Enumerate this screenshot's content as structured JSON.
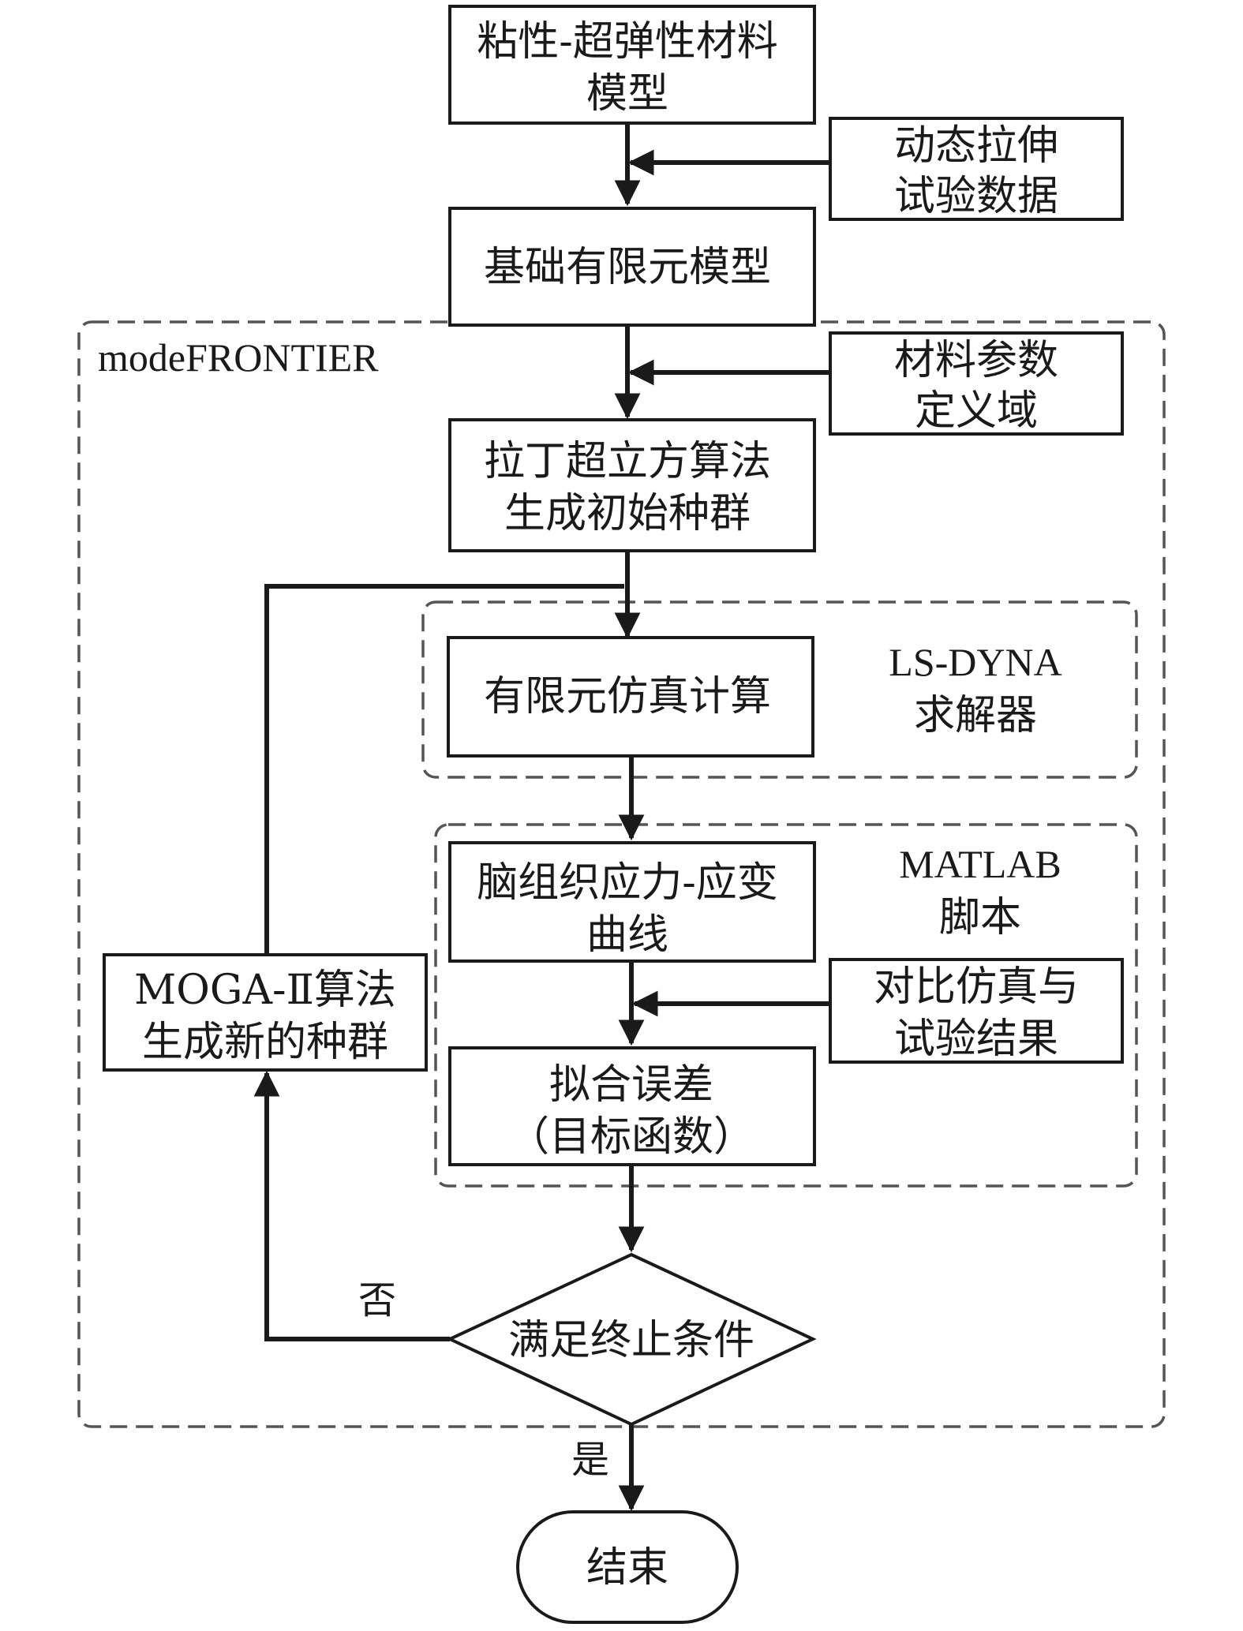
{
  "diagram": {
    "nodes": {
      "material_model": [
        "粘性-超弹性材料",
        "模型"
      ],
      "tensile_data": [
        "动态拉伸",
        "试验数据"
      ],
      "base_fe_model": [
        "基础有限元模型"
      ],
      "param_domain": [
        "材料参数",
        "定义域"
      ],
      "lhs_init": [
        "拉丁超立方算法",
        "生成初始种群"
      ],
      "fe_sim": [
        "有限元仿真计算"
      ],
      "stress_strain": [
        "脑组织应力-应变",
        "曲线"
      ],
      "compare": [
        "对比仿真与",
        "试验结果"
      ],
      "fit_error": [
        "拟合误差",
        "（目标函数）"
      ],
      "moga": [
        "MOGA-Ⅱ算法",
        "生成新的种群"
      ],
      "terminate": [
        "满足终止条件"
      ],
      "end": [
        "结束"
      ]
    },
    "groups": {
      "modefrontier": "modeFRONTIER",
      "lsdyna": [
        "LS-DYNA",
        "求解器"
      ],
      "matlab": [
        "MATLAB",
        "脚本"
      ]
    },
    "edge_labels": {
      "no": "否",
      "yes": "是"
    }
  }
}
